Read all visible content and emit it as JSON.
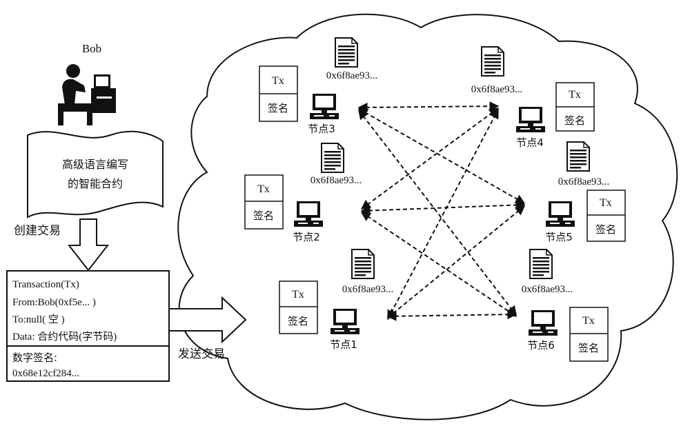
{
  "user": {
    "name": "Bob",
    "scroll_text": [
      "高级语言编写",
      "的智能合约"
    ]
  },
  "create_tx_label": "创建交易",
  "send_tx_label": "发送交易",
  "transaction": {
    "title": "Transaction(Tx)",
    "from": "From:Bob(0xf5e... )",
    "to": "To:null( 空 )",
    "data": "Data: 合约代码(字节码)",
    "sig_label": "数字签名:",
    "sig_value": "0x68e12cf284..."
  },
  "tx_box": {
    "tx": "Tx",
    "sig": "签名"
  },
  "contract_address": "0x6f8ae93...",
  "nodes": [
    {
      "id": "node-1",
      "label": "节点1"
    },
    {
      "id": "node-2",
      "label": "节点2"
    },
    {
      "id": "node-3",
      "label": "节点3"
    },
    {
      "id": "node-4",
      "label": "节点4"
    },
    {
      "id": "node-5",
      "label": "节点5"
    },
    {
      "id": "node-6",
      "label": "节点6"
    }
  ],
  "icons": {
    "user": "person-at-computer-icon",
    "document": "document-icon",
    "computer": "desktop-computer-icon"
  }
}
